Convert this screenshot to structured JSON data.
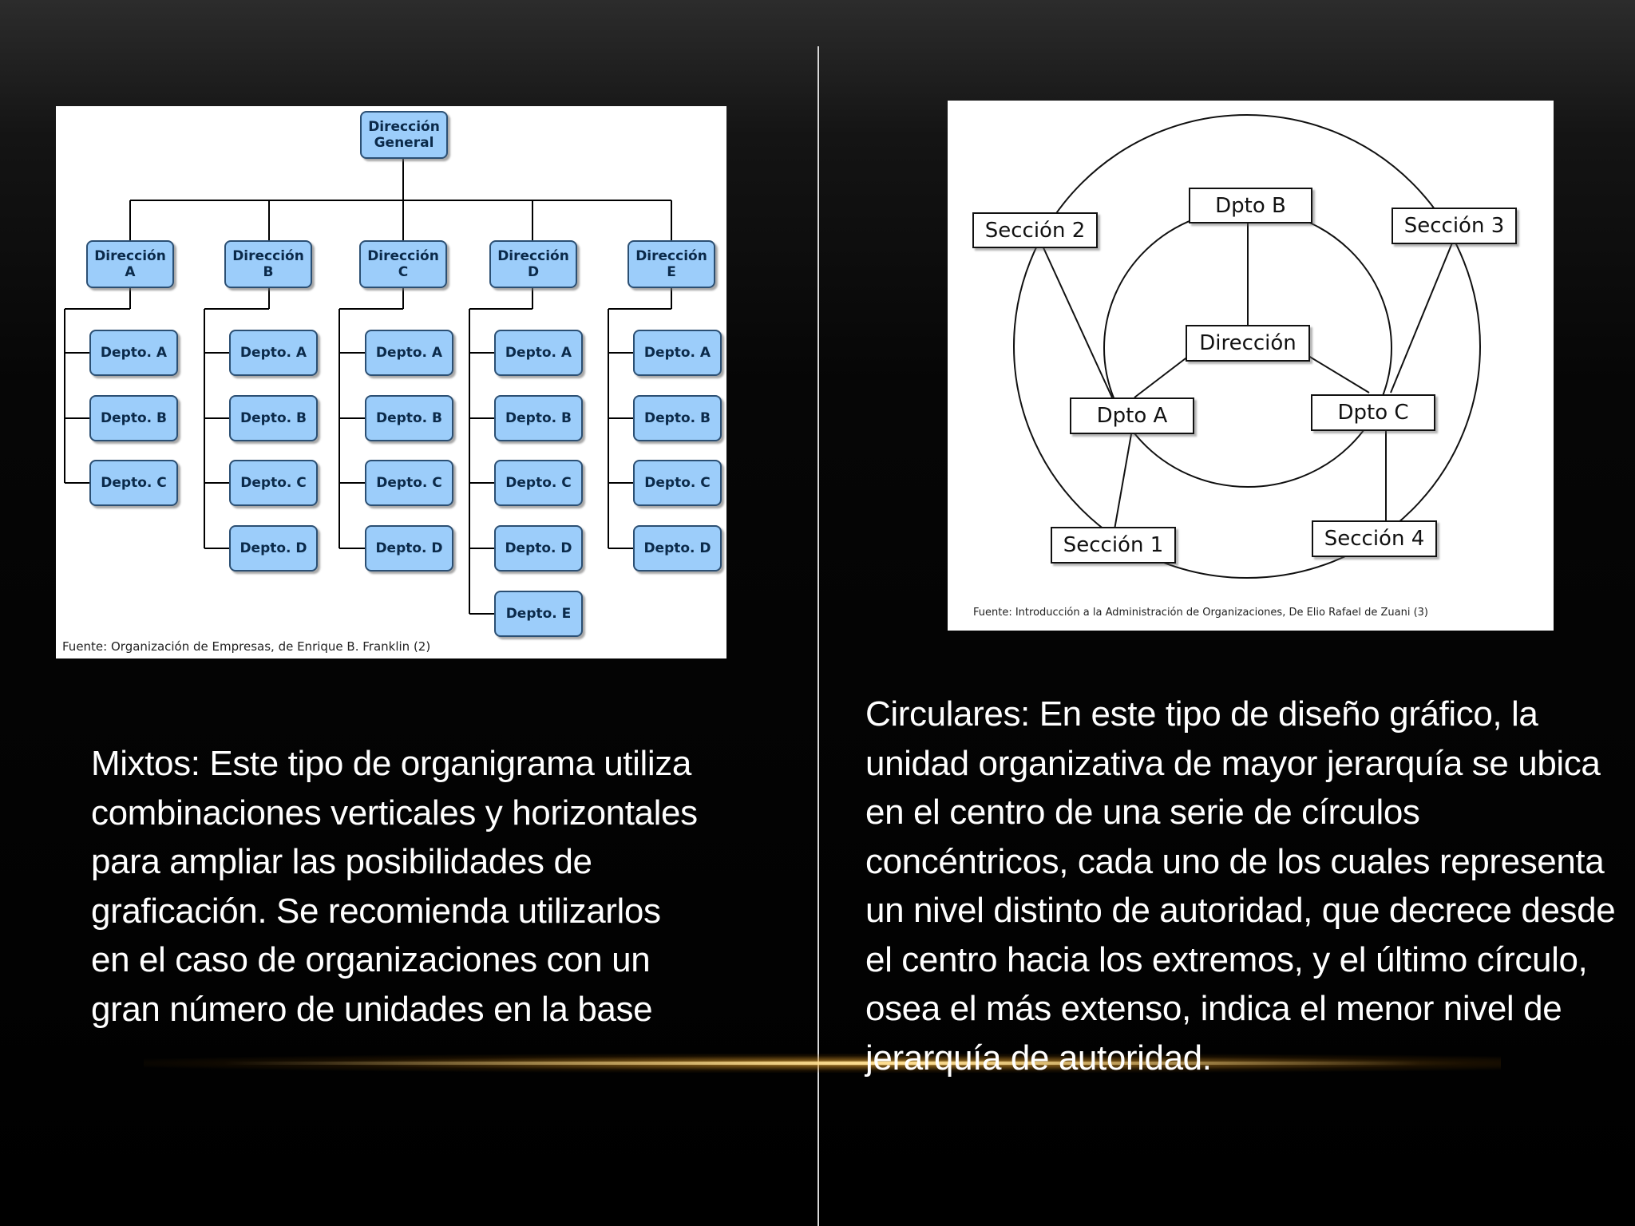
{
  "hierarchical_chart": {
    "top": [
      "Dirección",
      "General"
    ],
    "directions": [
      {
        "line1": "Dirección",
        "line2": "A",
        "depts": [
          "Depto. A",
          "Depto. B",
          "Depto. C"
        ]
      },
      {
        "line1": "Dirección",
        "line2": "B",
        "depts": [
          "Depto. A",
          "Depto. B",
          "Depto. C",
          "Depto. D"
        ]
      },
      {
        "line1": "Dirección",
        "line2": "C",
        "depts": [
          "Depto. A",
          "Depto. B",
          "Depto. C",
          "Depto. D"
        ]
      },
      {
        "line1": "Dirección",
        "line2": "D",
        "depts": [
          "Depto. A",
          "Depto. B",
          "Depto. C",
          "Depto. D",
          "Depto. E"
        ]
      },
      {
        "line1": "Dirección",
        "line2": "E",
        "depts": [
          "Depto. A",
          "Depto. B",
          "Depto. C",
          "Depto. D"
        ]
      }
    ],
    "source": "Fuente: Organización de Empresas, de Enrique B. Franklin (2)"
  },
  "circular_chart": {
    "center": "Dirección",
    "dpto_a": "Dpto A",
    "dpto_b": "Dpto B",
    "dpto_c": "Dpto C",
    "seccion_1": "Sección 1",
    "seccion_2": "Sección 2",
    "seccion_3": "Sección 3",
    "seccion_4": "Sección 4",
    "source": "Fuente: Introducción a la Administración de Organizaciones, De Elio Rafael de Zuani (3)"
  },
  "text": {
    "left_lines": [
      "Mixtos: Este tipo de organigrama utiliza",
      "combinaciones verticales y horizontales",
      "para ampliar las posibilidades de",
      "graficación. Se recomienda utilizarlos",
      "en el caso de organizaciones con un",
      "gran número de unidades en la base"
    ],
    "right_lines": [
      "Circulares: En este tipo de diseño gráfico, la",
      "unidad organizativa de mayor jerarquía se ubica",
      "en el centro de una serie de círculos",
      "concéntricos, cada uno de los cuales representa",
      "un nivel distinto de autoridad, que decrece desde",
      "el centro hacia los extremos, y el último círculo,",
      "osea el más extenso, indica el menor nivel de",
      "jerarquía de autoridad."
    ]
  }
}
